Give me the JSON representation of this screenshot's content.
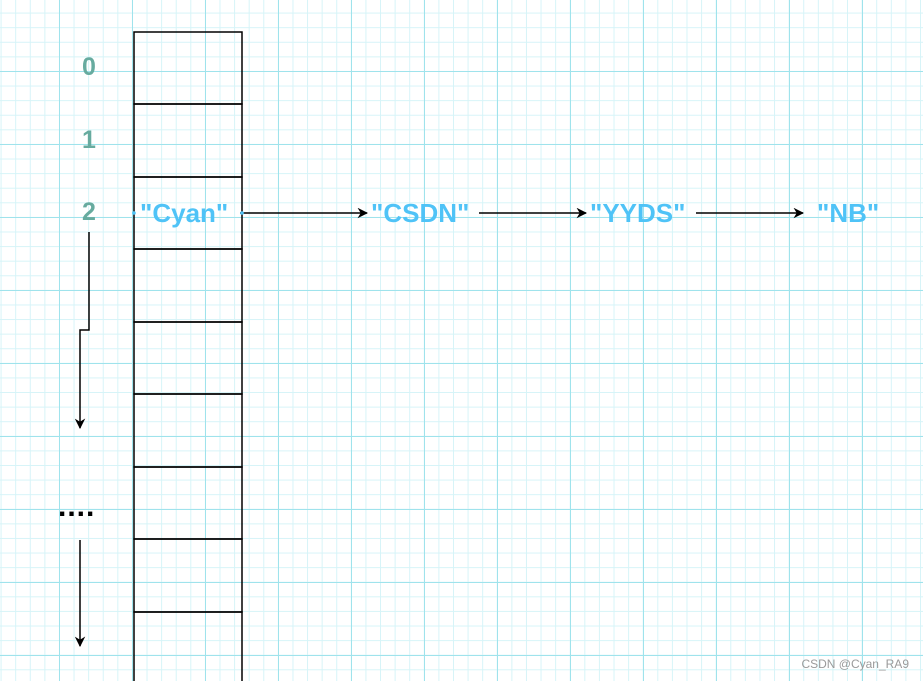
{
  "indices": [
    "0",
    "1",
    "2"
  ],
  "ellipsis": "....",
  "nodes": [
    "\"Cyan\"",
    "\"CSDN\"",
    "\"YYDS\"",
    "\"NB\""
  ],
  "watermark": "CSDN @Cyan_RA9",
  "colors": {
    "grid_major": "#9fe3ec",
    "grid_minor": "#d6f4f8",
    "index_text": "#67ab9f",
    "node_text": "#4fc3f7",
    "lines": "#000000"
  }
}
